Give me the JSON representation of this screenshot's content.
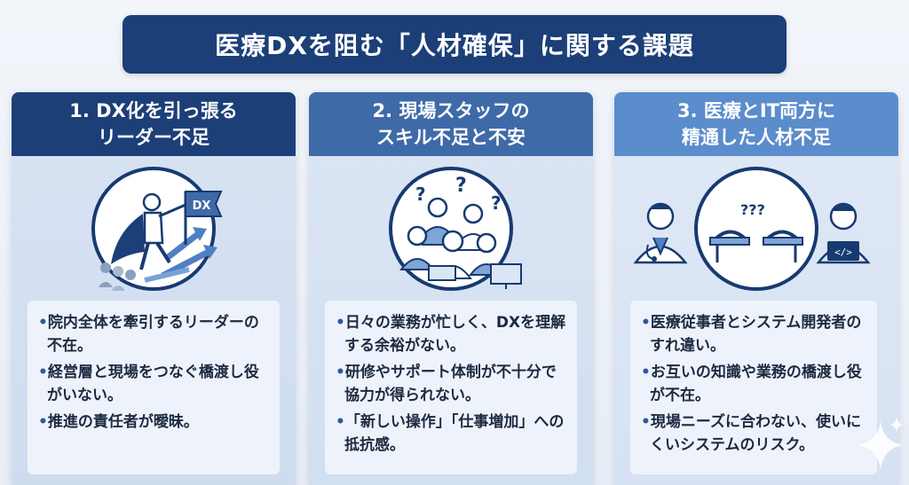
{
  "title": "医療DXを阻む「人材確保」に関する課題",
  "cards": [
    {
      "head_line1": "1. DX化を引っ張る",
      "head_line2": "リーダー不足",
      "flag_text": "DX",
      "bullets": [
        "院内全体を牽引するリーダーの不在。",
        "経営層と現場をつなぐ橋渡し役がいない。",
        "推進の責任者が曖昧。"
      ]
    },
    {
      "head_line1": "2. 現場スタッフの",
      "head_line2": "スキル不足と不安",
      "bullets": [
        "日々の業務が忙しく、DXを理解する余裕がない。",
        "研修やサポート体制が不十分で協力が得られない。",
        "「新しい操作」「仕事増加」への抵抗感。"
      ]
    },
    {
      "head_line1": "3. 医療とIT両方に",
      "head_line2": "精通した人材不足",
      "bullets": [
        "医療従事者とシステム開発者のすれ違い。",
        "お互いの知識や業務の橋渡し役が不在。",
        "現場ニーズに合わない、使いにくいシステムのリスク。"
      ]
    }
  ],
  "colors": {
    "title_bg": "#1c3f78",
    "card1_head": "#1c3f78",
    "card2_head": "#3f6aa8",
    "card3_head": "#5b8ccc",
    "icon_stroke": "#173a70"
  }
}
